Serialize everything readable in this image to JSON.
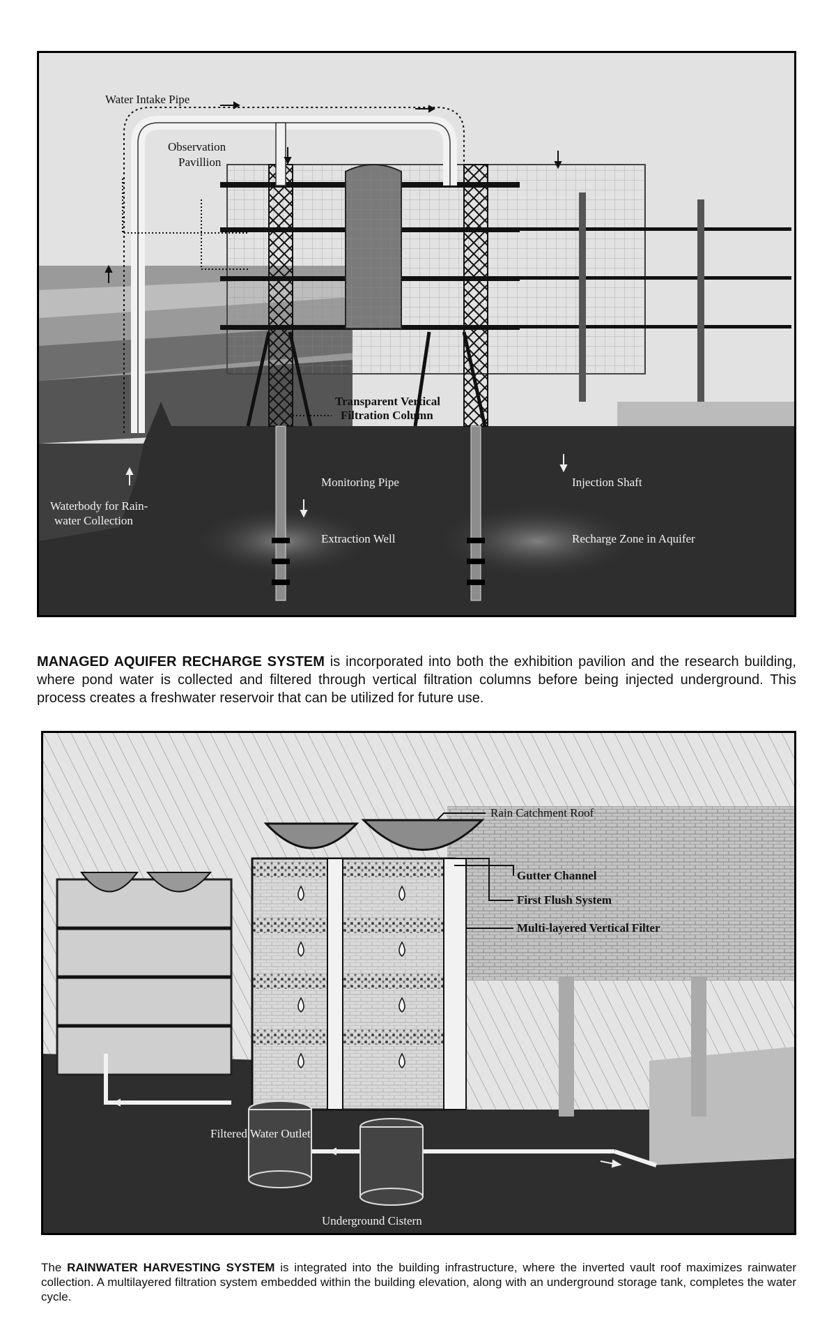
{
  "diagram_top": {
    "labels": {
      "water_intake_pipe": "Water Intake Pipe",
      "observation_line1": "Observation",
      "observation_line2": "Pavillion",
      "filtration_line1": "Transparent Vertical",
      "filtration_line2": "Filtration Column",
      "monitoring_pipe": "Monitoring Pipe",
      "injection_shaft": "Injection Shaft",
      "extraction_well": "Extraction Well",
      "recharge_zone": "Recharge Zone in Aquifer",
      "waterbody_line1": "Waterbody for Rain-",
      "waterbody_line2": "water Collection"
    }
  },
  "caption_top": {
    "title": "MANAGED AQUIFER RECHARGE SYSTEM",
    "text": " is incorporated into both the exhibition pavilion and the research building, where pond water is collected and filtered through vertical filtration columns before being injected underground. This process creates a freshwater reservoir that can be utilized for future use."
  },
  "diagram_bottom": {
    "labels": {
      "rain_catchment_roof": "Rain Catchment Roof",
      "gutter_channel": "Gutter Channel",
      "first_flush": "First Flush System",
      "vertical_filter": "Multi-layered Vertical Filter",
      "filtered_outlet": "Filtered Water Outlet",
      "underground_cistern": "Underground Cistern"
    }
  },
  "caption_bottom": {
    "prefix": "The ",
    "title": "RAINWATER HARVESTING SYSTEM",
    "text": " is integrated into the building infrastructure, where the inverted vault roof maximizes rainwater collection. A multilayered filtration system embedded within the building elevation, along with an underground storage tank, completes the water cycle."
  },
  "colors": {
    "ground": "#2e2e2e",
    "sky": "#dcdcdc",
    "ink": "#111111"
  }
}
